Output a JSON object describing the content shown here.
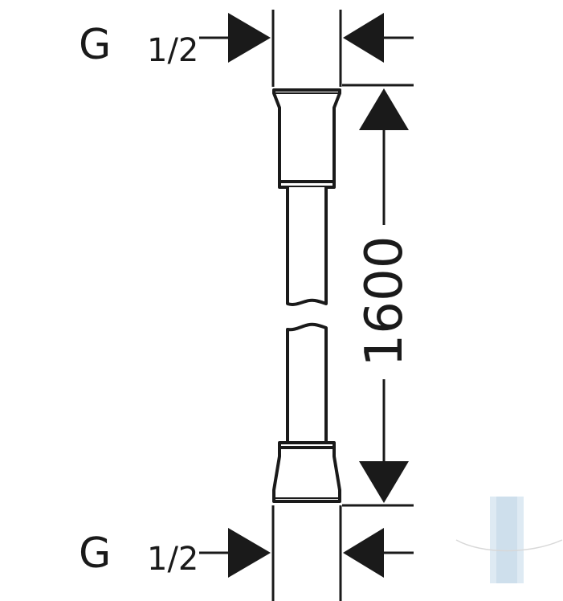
{
  "drawing": {
    "thread_top": {
      "letter": "G",
      "fraction": "1/2"
    },
    "thread_bottom": {
      "letter": "G",
      "fraction": "1/2"
    },
    "length_dimension": "1600",
    "colors": {
      "ink": "#1a1a1a",
      "background": "#ffffff",
      "watermark": "#c9dcea"
    }
  }
}
